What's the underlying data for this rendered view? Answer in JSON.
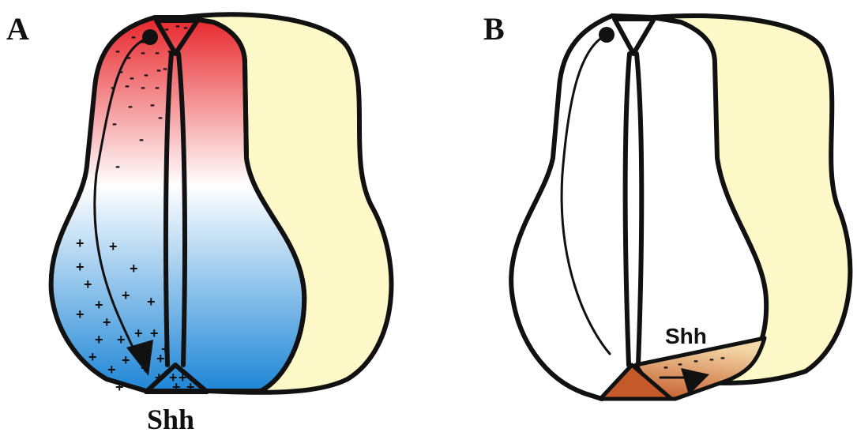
{
  "panels": [
    {
      "letter": "A",
      "signal_label": "Shh",
      "gradient": {
        "top_color": "#e8262b",
        "middle_color": "#ffffff",
        "bottom_color": "#1e86d6"
      },
      "dorsal_signs": "-",
      "ventral_signs": "+"
    },
    {
      "letter": "B",
      "signal_label": "Shh",
      "gradient": {
        "signal_color": "#c45a2a",
        "fade_color": "#f5d8a8"
      },
      "signal_signs": "-"
    }
  ],
  "colors": {
    "side_face": "#fdf8c8",
    "outline": "#111111"
  }
}
